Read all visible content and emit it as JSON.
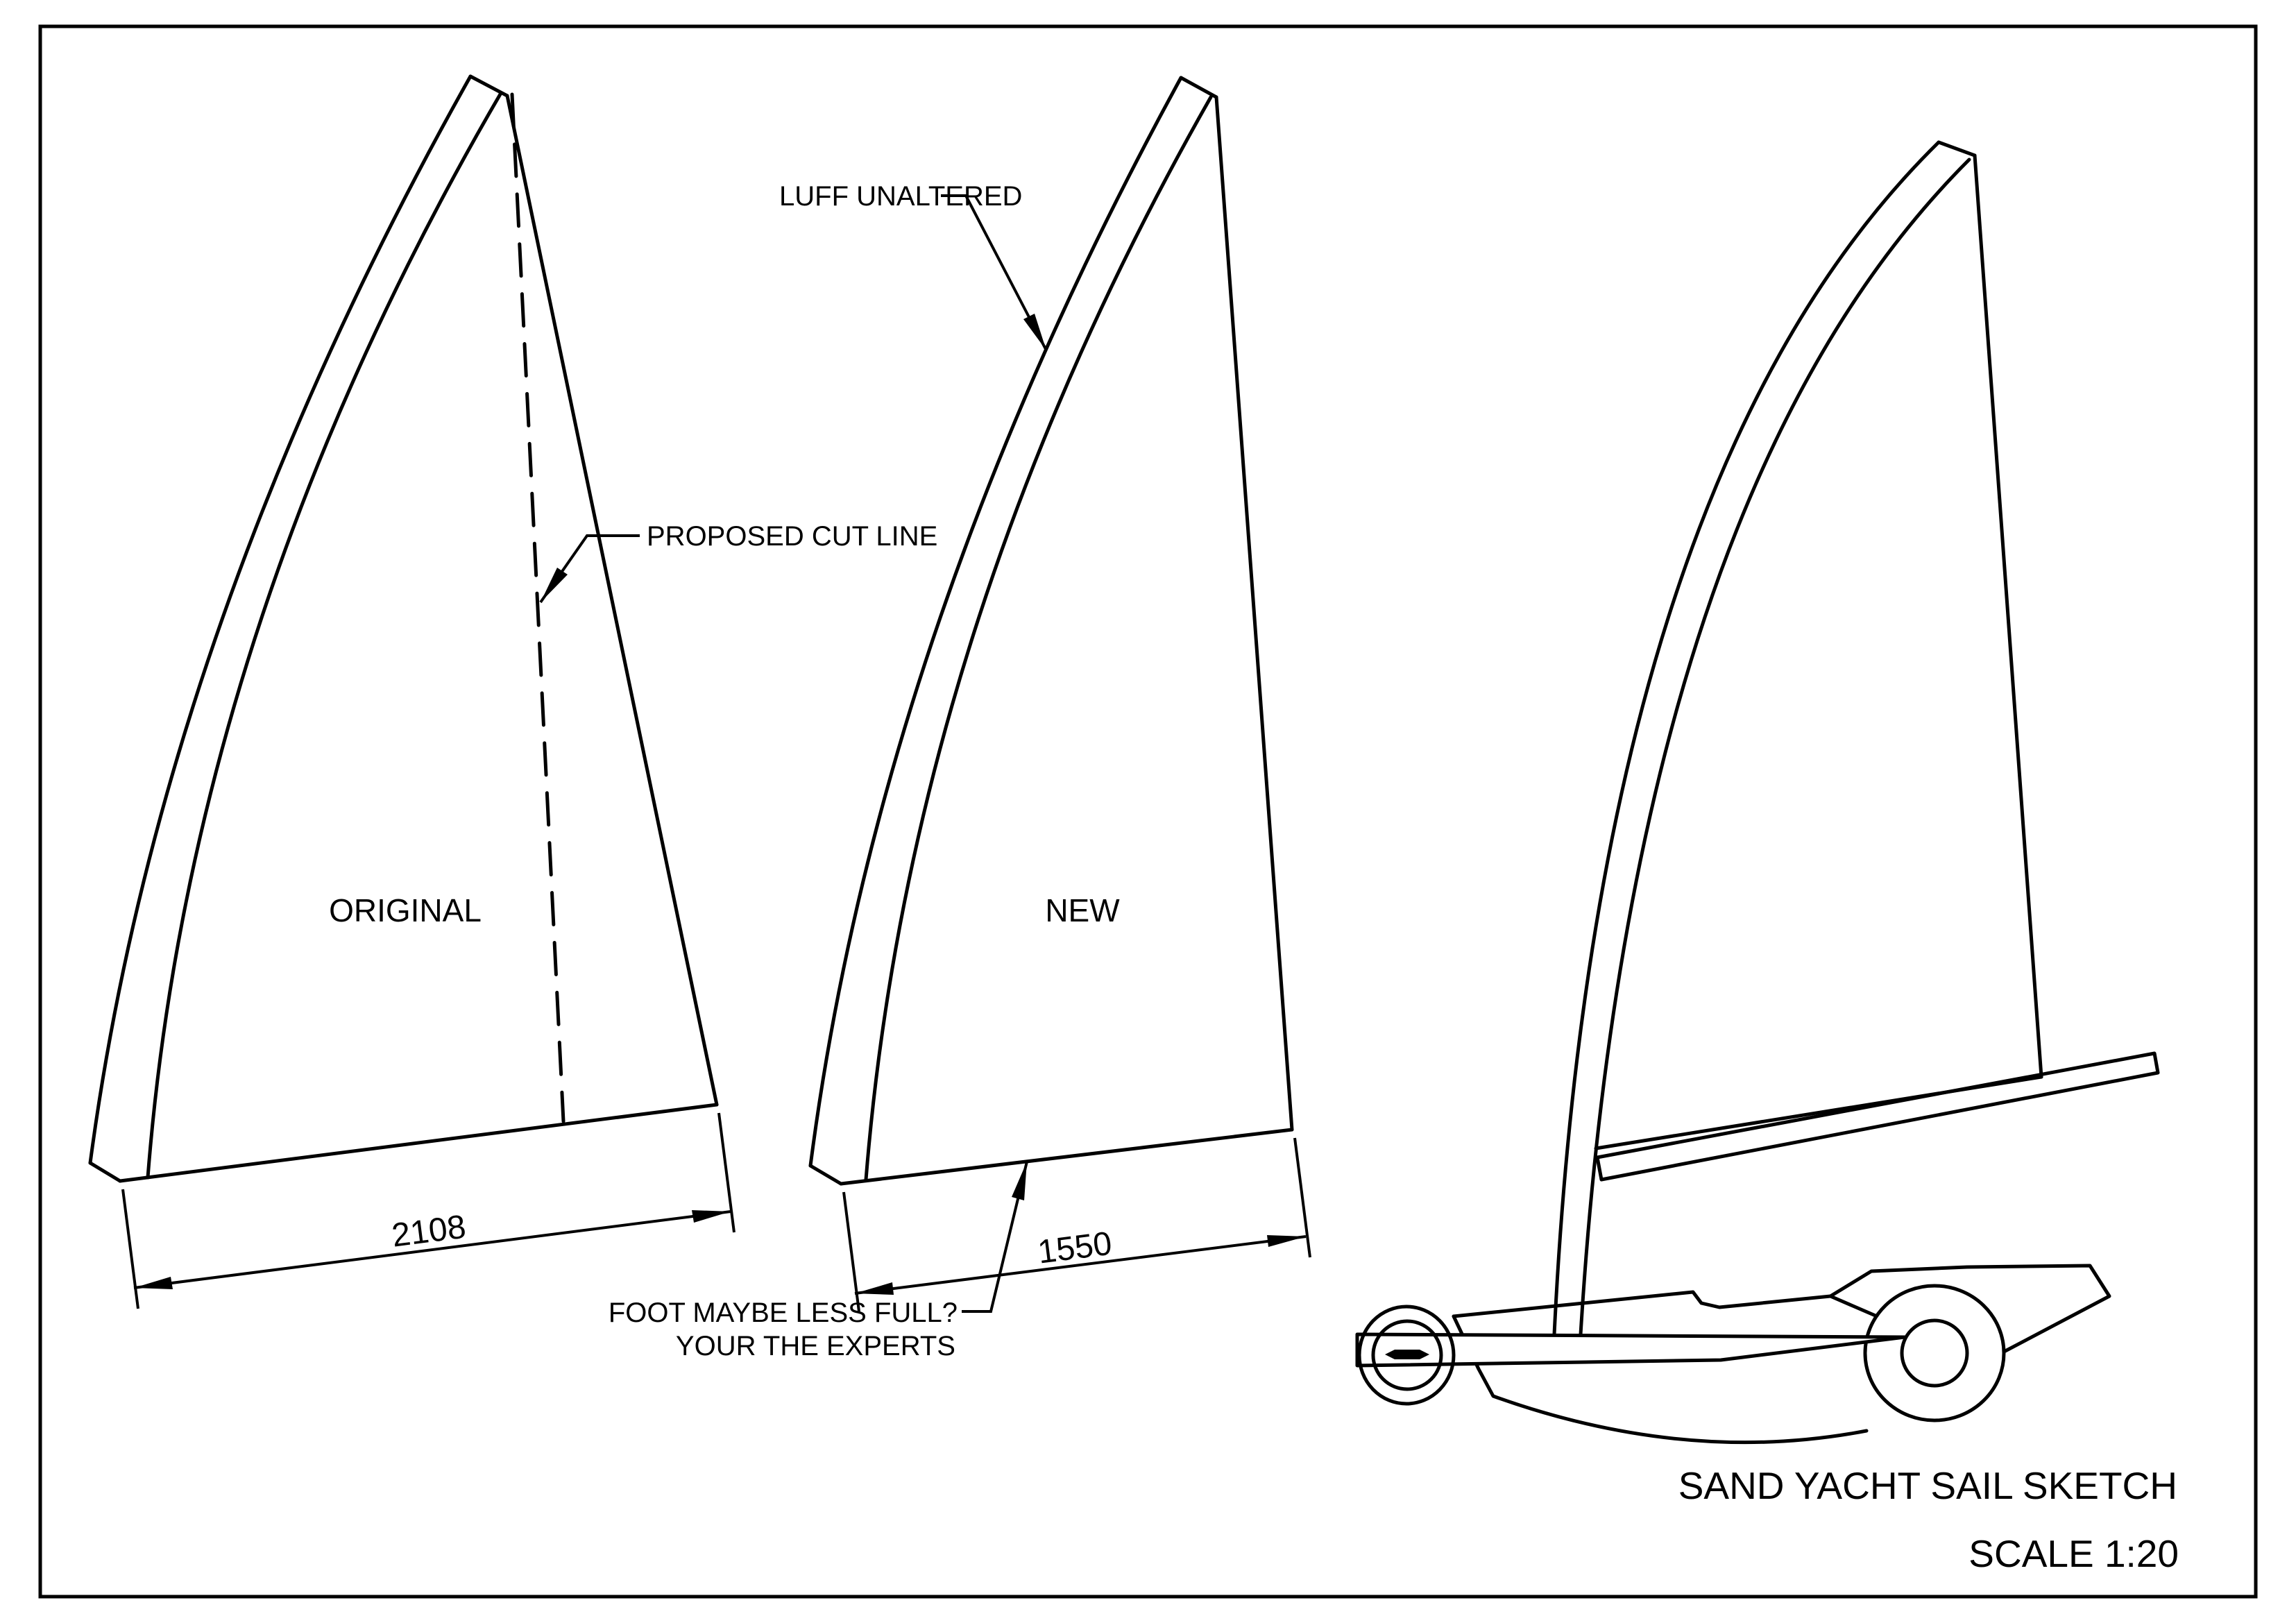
{
  "drawing": {
    "original_sail": {
      "label": "ORIGINAL",
      "foot_dimension": "2108"
    },
    "new_sail": {
      "label": "NEW",
      "foot_dimension": "1550"
    },
    "annotations": {
      "luff": "LUFF UNALTERED",
      "cut_line": "PROPOSED CUT LINE",
      "foot_question_line1": "FOOT MAYBE LESS FULL?",
      "foot_question_line2": "YOUR THE EXPERTS"
    },
    "title_block": {
      "title": "SAND YACHT SAIL SKETCH",
      "scale": "SCALE 1:20"
    },
    "colors": {
      "line": "#000000",
      "background": "#ffffff"
    }
  }
}
